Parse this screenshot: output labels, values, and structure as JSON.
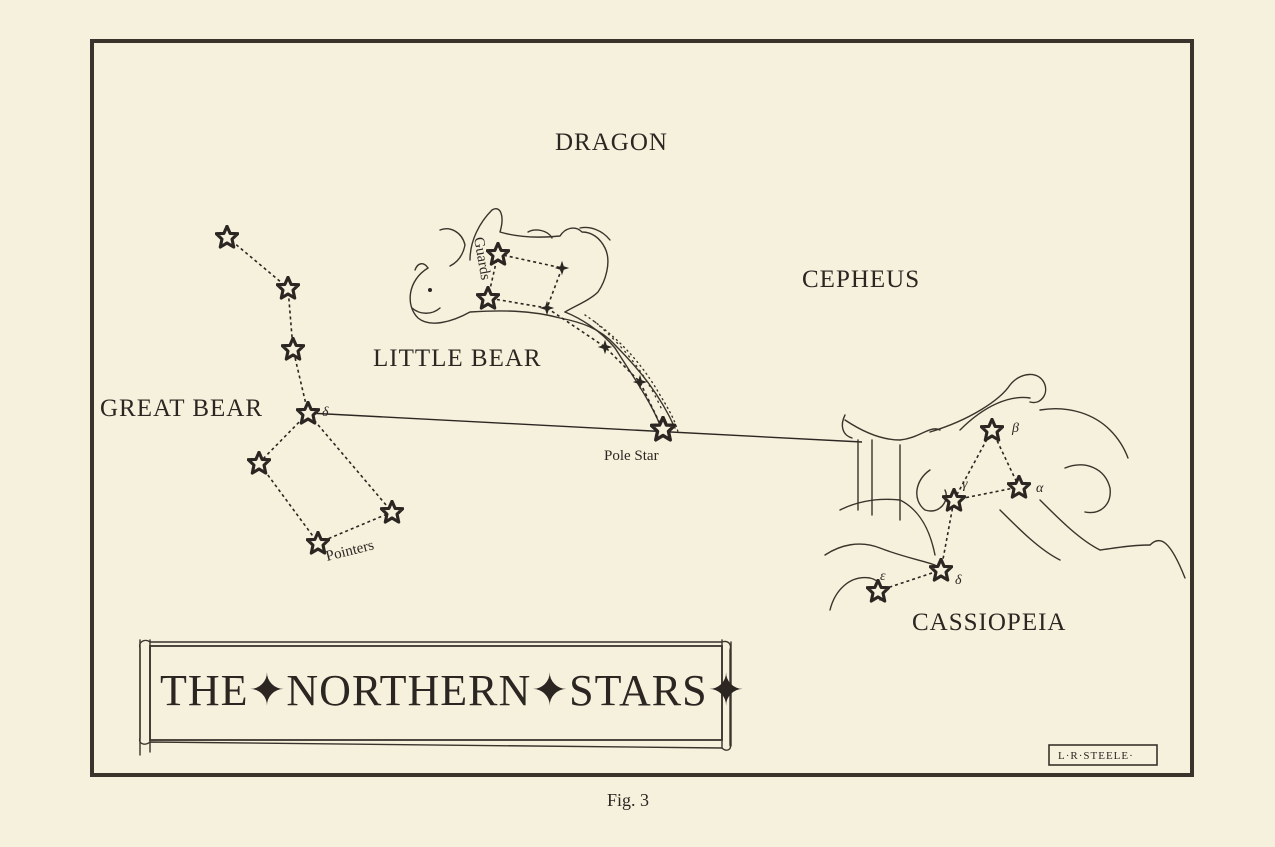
{
  "figure": {
    "title": "THE✦NORTHERN✦STARS✦",
    "caption": "Fig. 3",
    "signature": "L·R·STEELE·"
  },
  "constellations": {
    "dragon": "DRAGON",
    "cepheus": "CEPHEUS",
    "little_bear": "LITTLE BEAR",
    "great_bear": "GREAT BEAR",
    "cassiopeia": "CASSIOPEIA"
  },
  "annotations": {
    "pole_star": "Pole Star",
    "guards": "Guards",
    "pointers": "Pointers",
    "great_bear_delta": "δ",
    "cass_beta": "β",
    "cass_alpha": "α",
    "cass_gamma": "γ",
    "cass_delta": "δ",
    "cass_epsilon": "ε"
  },
  "colors": {
    "paper": "#f6f1dc",
    "ink": "#2b2622"
  }
}
